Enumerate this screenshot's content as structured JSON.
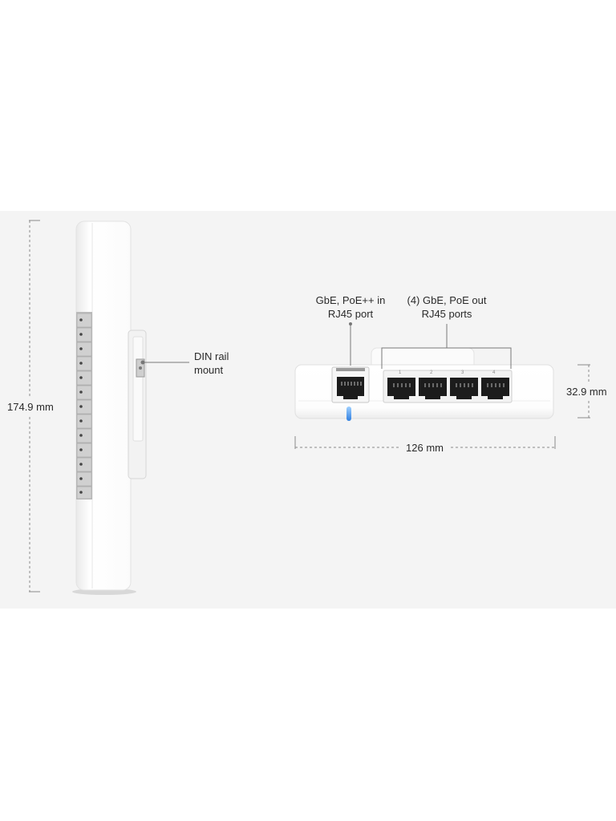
{
  "dimensions": {
    "height": "174.9 mm",
    "width": "126 mm",
    "depth": "32.9 mm"
  },
  "callouts": {
    "din_rail": [
      "DIN rail",
      "mount"
    ],
    "uplink": [
      "GbE, PoE++ in",
      "RJ45 port"
    ],
    "downlink": [
      "(4) GbE, PoE out",
      "RJ45 ports"
    ]
  },
  "port_numbers": [
    "1",
    "2",
    "3",
    "4"
  ],
  "colors": {
    "background": "#f4f4f4",
    "device_body": "#ffffff",
    "led": "#2f7fe0",
    "leader_line": "#777777"
  }
}
